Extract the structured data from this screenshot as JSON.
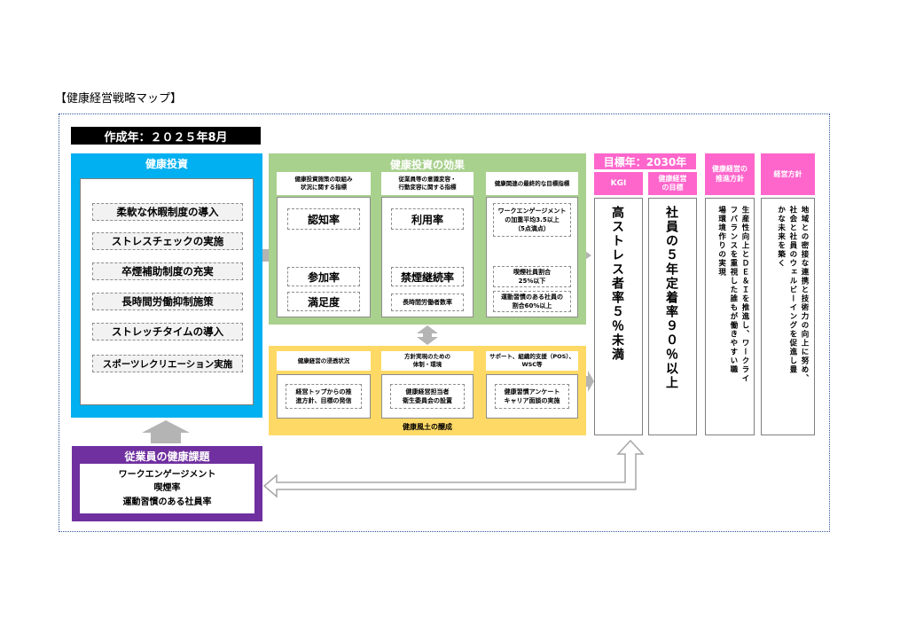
{
  "page_title": "【健康経営戦略マップ】",
  "created": "作成年：２０２５年8月",
  "investment": {
    "title": "健康投資",
    "items": [
      "柔軟な休暇制度の導入",
      "ストレスチェックの実施",
      "卒煙補助制度の充実",
      "長時間労働抑制施策",
      "ストレッチタイムの導入",
      "スポーツレクリエーション実施"
    ]
  },
  "effects": {
    "title": "健康投資の効果",
    "columns": [
      {
        "header": [
          "健康投資施策の取組み",
          "状況に関する指標"
        ],
        "items": [
          "認知率",
          "参加率",
          "満足度"
        ]
      },
      {
        "header": [
          "従業員等の意識変容・",
          "行動変容に関する指標"
        ],
        "items": [
          "利用率",
          "禁煙継続率",
          "長時間労働者数率"
        ]
      },
      {
        "header": [
          "健康関連の最終的な目標指標"
        ],
        "items": [
          [
            "ワークエンゲージメント",
            "の加重平均3.5以上",
            "（5点満点）"
          ],
          [
            "喫煙社員割合",
            "25%以下"
          ],
          [
            "運動習慣のある社員の",
            "割合60%以上"
          ]
        ]
      }
    ]
  },
  "culture": {
    "title": "健康風土の醸成",
    "columns": [
      {
        "header": [
          "健康経営の浸透状況"
        ],
        "body": [
          "経営トップからの推",
          "進方針、目標の発信"
        ]
      },
      {
        "header": [
          "方針実現のための",
          "体制・環境"
        ],
        "body": [
          "健康経営担当者",
          "衛生委員会の設置"
        ]
      },
      {
        "header": [
          "サポート、組織的支援（POS）、",
          "WSC等"
        ],
        "body": [
          "健康習慣アンケート",
          "キャリア面談の実施"
        ]
      }
    ]
  },
  "issues": {
    "title": "従業員の健康課題",
    "items": [
      "ワークエンゲージメント",
      "喫煙率",
      "運動習慣のある社員率"
    ]
  },
  "target": {
    "banner": "目標年：2030年",
    "kgi_label": "KGI",
    "kgi_text": "高ストレス者率５％未満",
    "goal_label": [
      "健康経営",
      "の目標"
    ],
    "goal_text": "社員の５年定着率９０％以上"
  },
  "policy": {
    "label": [
      "健康経営の",
      "推進方針"
    ],
    "text": [
      "生産性向上とＤＥ＆Ｉを推進し、ワークライ",
      "フバランスを重視した誰もが働きやすい職",
      "場環境作りの実現"
    ]
  },
  "management": {
    "label": "経営方針",
    "text": [
      "地域との密接な連携と技術力の向上に努め、",
      "社会と社員のウェルビーイングを促進し豊",
      "かな未来を築く"
    ]
  },
  "colors": {
    "investment": "#00b0f0",
    "effects": "#a9d18e",
    "culture": "#ffd966",
    "issues": "#7030a0",
    "target": "#ff66cc",
    "black": "#000000"
  }
}
